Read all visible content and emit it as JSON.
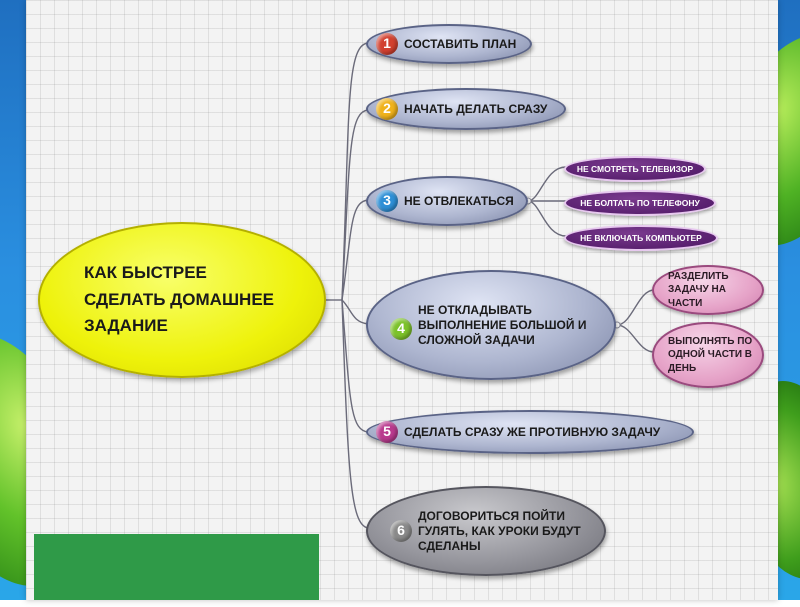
{
  "root": {
    "label_lines": [
      "КАК БЫСТРЕЕ",
      "СДЕЛАТЬ ДОМАШНЕЕ",
      "ЗАДАНИЕ"
    ]
  },
  "branches": [
    {
      "number": "1",
      "label_lines": [
        "СОСТАВИТЬ ПЛАН"
      ],
      "badge_color": "#d2402f"
    },
    {
      "number": "2",
      "label_lines": [
        "НАЧАТЬ ДЕЛАТЬ СРАЗУ"
      ],
      "badge_color": "#f0b21a"
    },
    {
      "number": "3",
      "label_lines": [
        "НЕ ОТВЛЕКАТЬСЯ"
      ],
      "badge_color": "#2e8fd6",
      "children": [
        "НЕ СМОТРЕТЬ ТЕЛЕВИЗОР",
        "НЕ БОЛТАТЬ ПО ТЕЛЕФОНУ",
        "НЕ ВКЛЮЧАТЬ КОМПЬЮТЕР"
      ]
    },
    {
      "number": "4",
      "label_lines": [
        "НЕ ОТКЛАДЫВАТЬ",
        "ВЫПОЛНЕНИЕ БОЛЬШОЙ И",
        "СЛОЖНОЙ ЗАДАЧИ"
      ],
      "badge_color": "#7cc22a",
      "children": [
        [
          "РАЗДЕЛИТЬ",
          "ЗАДАЧУ НА ЧАСТИ"
        ],
        [
          "ВЫПОЛНЯТЬ ПО",
          "ОДНОЙ ЧАСТИ В",
          "ДЕНЬ"
        ]
      ]
    },
    {
      "number": "5",
      "label_lines": [
        "СДЕЛАТЬ СРАЗУ ЖЕ ПРОТИВНУЮ ЗАДАЧУ"
      ],
      "badge_color": "#b93a8e"
    },
    {
      "number": "6",
      "label_lines": [
        "ДОГОВОРИТЬСЯ ПОЙТИ",
        "ГУЛЯТЬ, КАК УРОКИ БУДУТ",
        "СДЕЛАНЫ"
      ],
      "badge_color": "#8a8a8a"
    }
  ],
  "colors": {
    "root_fill": "#eef20a",
    "branch_fill": "#aeb6d0",
    "sub_purple": "#5a2170",
    "sub_pink": "#e6a3c8",
    "green_box": "#2f9a48",
    "connector": "#6b6b7a"
  }
}
